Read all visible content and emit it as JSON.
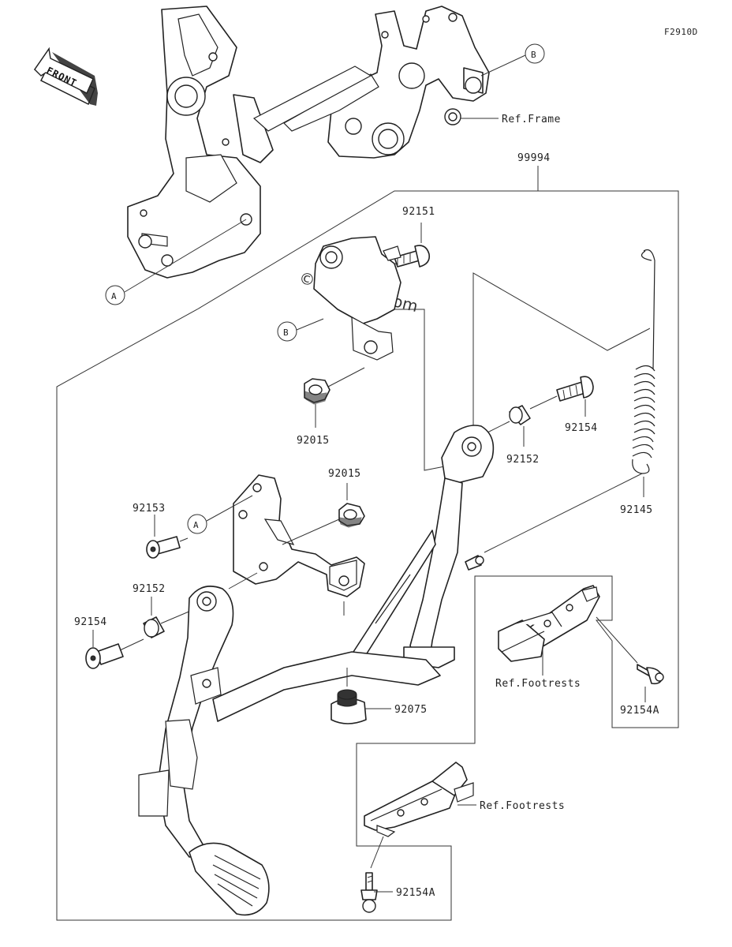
{
  "figure_code": "F2910D",
  "watermark": "© Partzilla.com",
  "front_label": "FRONT",
  "callouts": {
    "a": "A",
    "b": "B"
  },
  "labels": {
    "ref_frame": "Ref.Frame",
    "kit": "99994",
    "p92151": "92151",
    "p92015_top": "92015",
    "p92154_right": "92154",
    "p92152_right": "92152",
    "p92145": "92145",
    "p92015_mid": "92015",
    "p92153": "92153",
    "p92152_left": "92152",
    "p92154_left": "92154",
    "p92075": "92075",
    "ref_footrests_upper": "Ref.Footrests",
    "p92154a_right": "92154A",
    "ref_footrests_lower": "Ref.Footrests",
    "p92154a_bottom": "92154A"
  }
}
